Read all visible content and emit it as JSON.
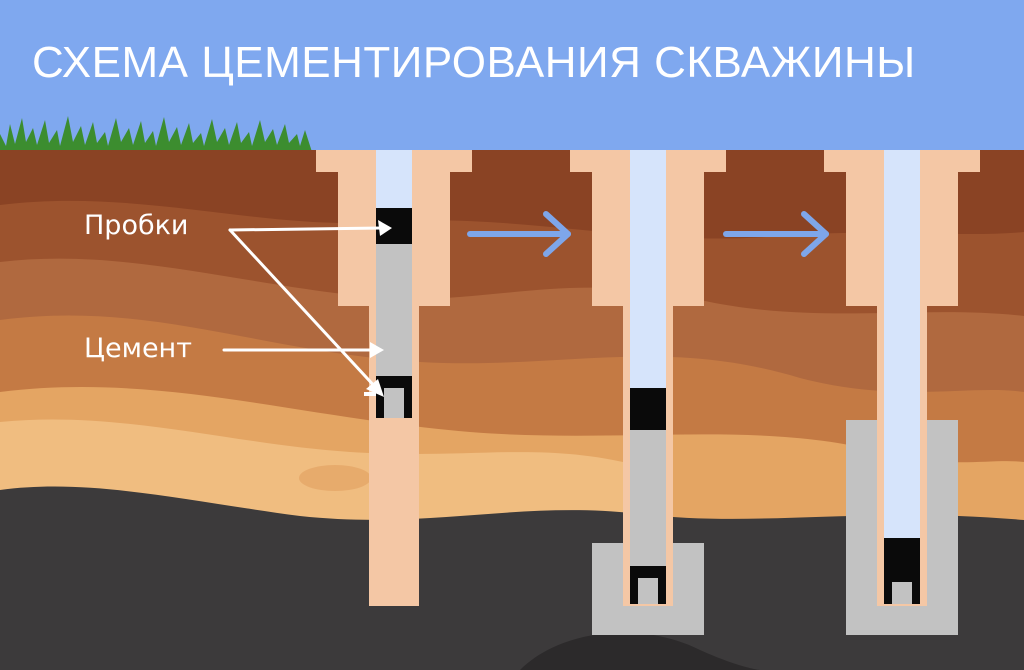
{
  "title": "СХЕМА ЦЕМЕНТИРОВАНИЯ СКВАЖИНЫ",
  "labels": {
    "plugs": "Пробки",
    "cement": "Цемент"
  },
  "icons": {
    "arrow": "right-arrow-icon",
    "grass": "grass-icon"
  },
  "colors": {
    "sky": "#7fa8ef",
    "soil_top": "#8a4324",
    "soil_mid": "#b0693f",
    "sand": "#e4a563",
    "bedrock": "#3c3a3b",
    "casing": "#f4c7a5",
    "bore": "#d6e4fb",
    "cement": "#c2c2c2",
    "plug": "#0a0a0a",
    "arrow": "#7ea6ea"
  }
}
